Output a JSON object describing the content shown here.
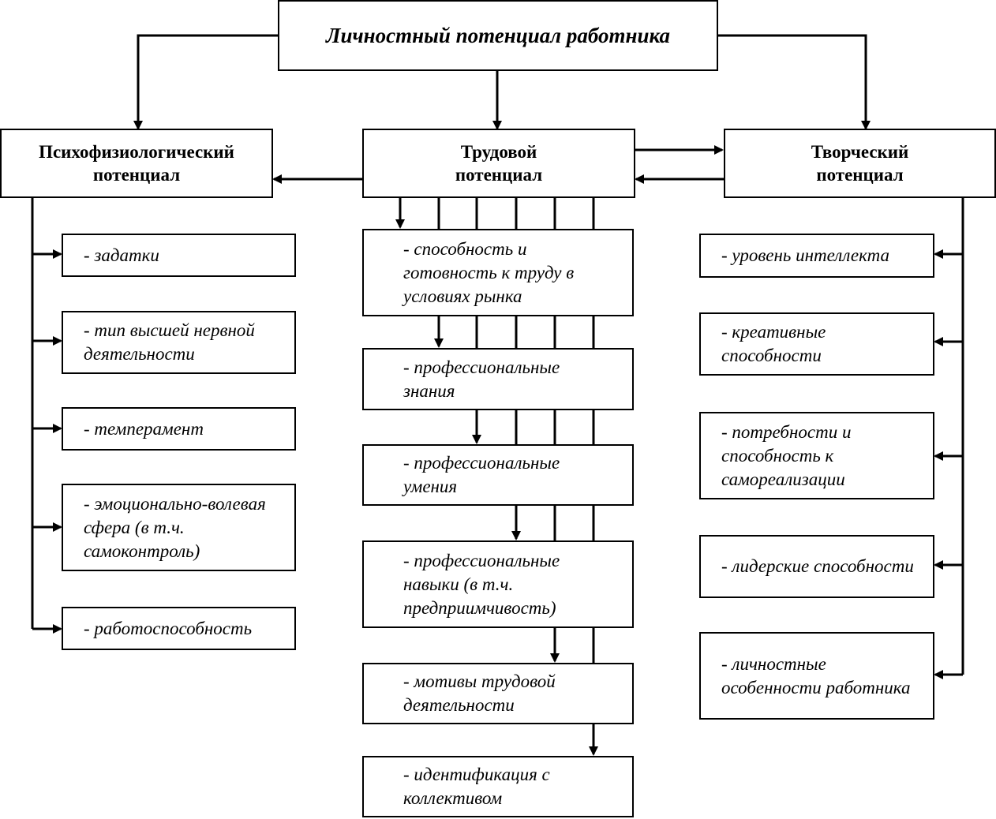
{
  "root": {
    "title": "Личностный потенциал работника"
  },
  "categories": {
    "psycho": "Психофизиологический потенциал",
    "labor": "Трудовой потенциал",
    "creative": "Творческий потенциал"
  },
  "psycho_items": [
    "- задатки",
    "- тип высшей нервной деятельности",
    "- темперамент",
    "- эмоционально-волевая сфера (в т.ч. самоконтроль)",
    "- работоспособность"
  ],
  "labor_items": [
    "- способность и готовность к труду в условиях рынка",
    "- профессиональные знания",
    "- профессиональные умения",
    "- профессиональные навыки (в т.ч. предприимчивость)",
    "- мотивы трудовой деятельности",
    "- идентификация с коллективом"
  ],
  "creative_items": [
    "- уровень интеллекта",
    "- креативные способности",
    "- потребности и способность к самореализации",
    "- лидерские способности",
    "- личностные особенности работника"
  ]
}
